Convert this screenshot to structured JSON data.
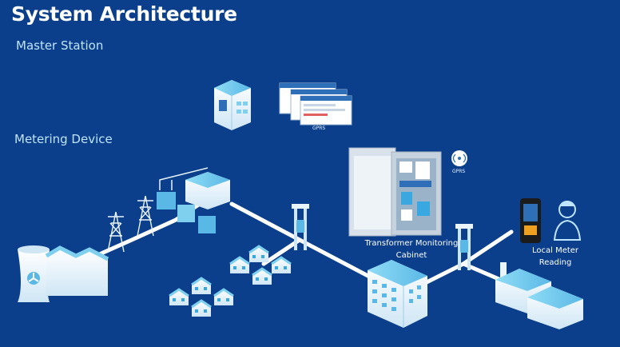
{
  "header": {
    "title": "System Architecture"
  },
  "sections": {
    "master_station": "Master Station",
    "metering_device": "Metering Device"
  },
  "labels": {
    "gprs_master": "GPRS",
    "gprs_cabinet": "GPRS",
    "transformer_cabinet": "Transformer Monitoring Cabinet",
    "local_meter_reading": "Local Meter Reading"
  },
  "colors": {
    "background": "#0b3f8c",
    "line": "#ffffff",
    "building_face": "#e9f4fb",
    "building_roof": "#7fd0ee",
    "accent_blue": "#3aa8e0"
  }
}
